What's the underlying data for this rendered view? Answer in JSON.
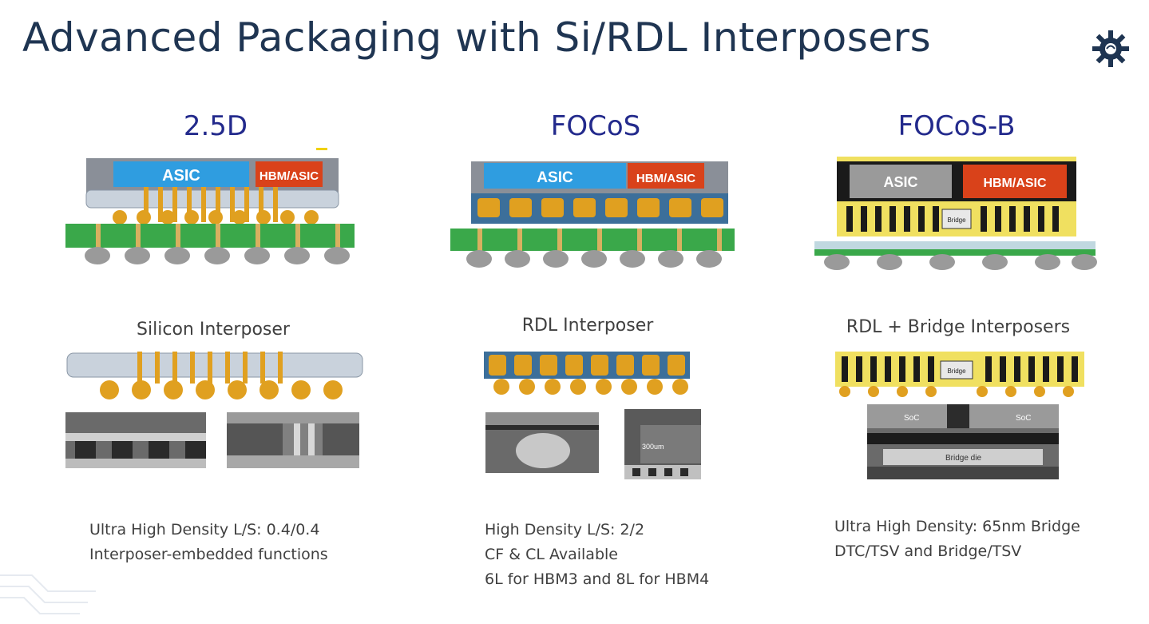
{
  "page": {
    "title": "Advanced Packaging with Si/RDL Interposers"
  },
  "logo": {
    "icon": "gear-sun-logo-icon",
    "color": "#1f3552"
  },
  "columns": [
    {
      "title": "2.5D",
      "chip_labels": [
        "ASIC",
        "HBM/ASIC"
      ],
      "subtitle": "Silicon Interposer",
      "description": [
        "Ultra High Density L/S: 0.4/0.4",
        "Interposer-embedded functions"
      ]
    },
    {
      "title": "FOCoS",
      "chip_labels": [
        "ASIC",
        "HBM/ASIC"
      ],
      "subtitle": "RDL Interposer",
      "micrograph_label": "300um",
      "description": [
        "High Density L/S: 2/2",
        "CF & CL Available",
        "6L for HBM3 and 8L for HBM4"
      ]
    },
    {
      "title": "FOCoS-B",
      "chip_labels": [
        "ASIC",
        "HBM/ASIC"
      ],
      "bridge_label": "Bridge",
      "subtitle": "RDL + Bridge Interposers",
      "micrograph_labels": [
        "SoC",
        "SoC",
        "Bridge die"
      ],
      "description": [
        "Ultra High Density: 65nm Bridge",
        "DTC/TSV and  Bridge/TSV"
      ]
    }
  ],
  "colors": {
    "title": "#1f3552",
    "column_title": "#232a8c",
    "asic": "#2f9de0",
    "hbm": "#d9421a",
    "substrate": "#3aa84a",
    "copper": "#e0a020",
    "solder_ball": "#9a9a9a"
  }
}
